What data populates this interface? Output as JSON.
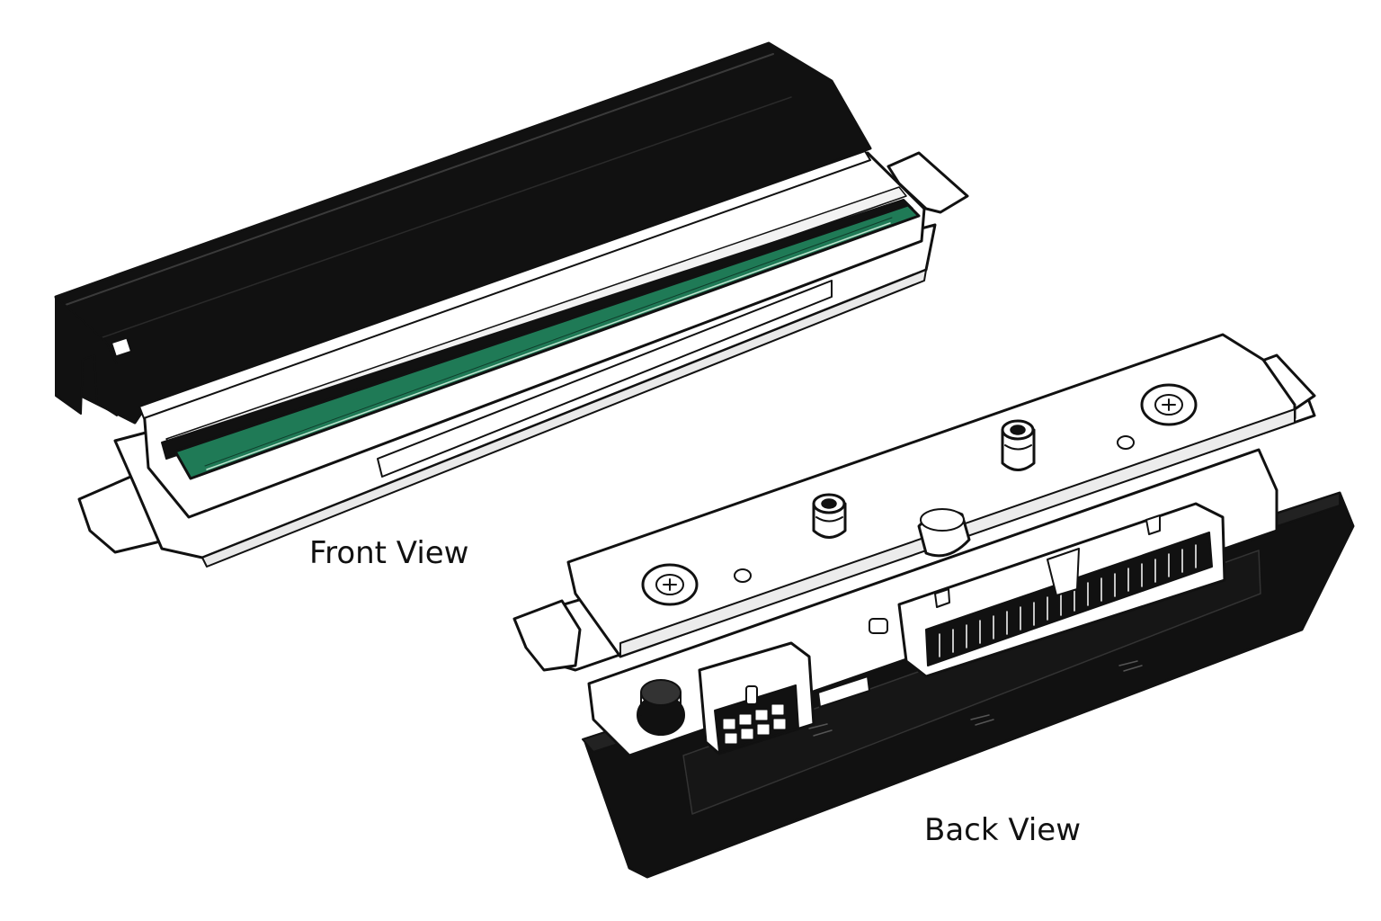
{
  "labels": {
    "front_view": "Front View",
    "back_view": "Back View"
  },
  "colors": {
    "cover": "#111111",
    "heating_element": "#1f7a56",
    "outline": "#111111",
    "body": "#ffffff",
    "shade": "#e9e9e9"
  },
  "parts": {
    "front_view": [
      "black-top-cover",
      "heating-element-strip",
      "mounting-tab",
      "metal-bracket"
    ],
    "back_view": [
      "mounting-plate",
      "screw",
      "mounting-post",
      "ribbon-connector",
      "power-connector",
      "knob",
      "black-base-cover",
      "mounting-tab"
    ]
  }
}
